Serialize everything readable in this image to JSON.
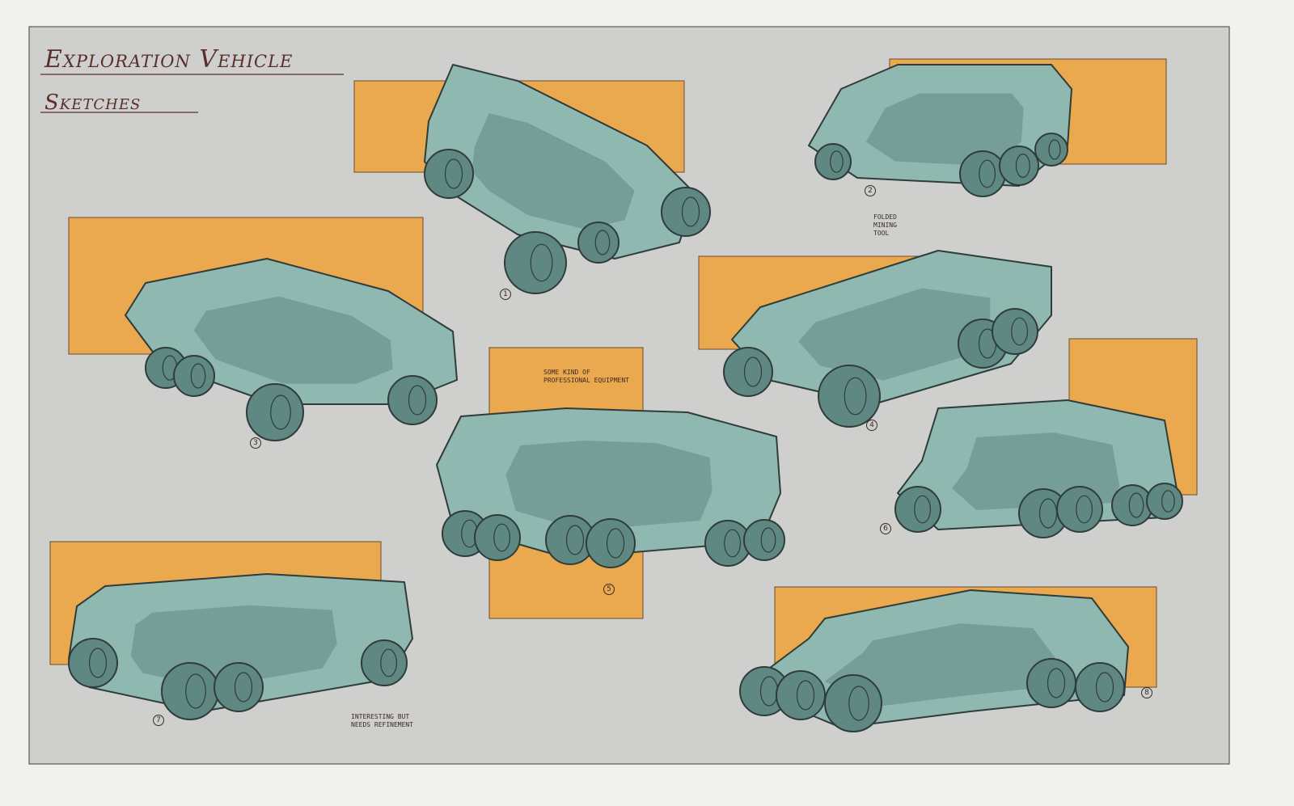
{
  "title": {
    "line1": "Exploration Vehicle",
    "line2": "Sketches"
  },
  "colors": {
    "paper": "#cfd0ce",
    "background": "#f1f1f0",
    "accent_orange": "#eaa94e",
    "vehicle_teal": "#8fb8b0",
    "vehicle_shadow": "#5f8883",
    "ink": "#3a2a28"
  },
  "annotations": [
    {
      "text": "Some kind of professional equipment",
      "vehicle": "5"
    },
    {
      "text": "Folded mining tool",
      "vehicle": "4"
    },
    {
      "text": "Interesting but needs refinement",
      "vehicle": "7"
    }
  ],
  "vehicle_numbers": [
    "1",
    "2",
    "3",
    "4",
    "5",
    "6",
    "7",
    "8"
  ]
}
